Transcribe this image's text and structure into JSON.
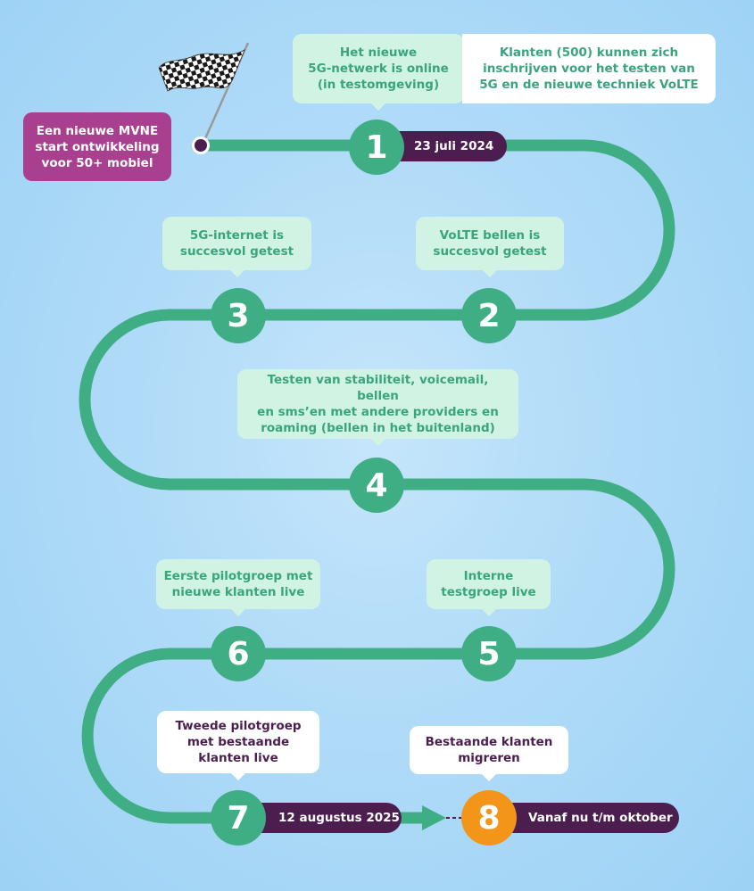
{
  "start": {
    "label": "Een nieuwe MVNE\nstart ontwikkeling\nvoor 50+ mobiel",
    "flag_icon": "checkered-flag-icon"
  },
  "steps": [
    {
      "number": "1",
      "date": "23 juli 2024"
    },
    {
      "number": "2"
    },
    {
      "number": "3"
    },
    {
      "number": "4"
    },
    {
      "number": "5"
    },
    {
      "number": "6"
    },
    {
      "number": "7",
      "date": "12 augustus 2025"
    },
    {
      "number": "8",
      "date": "Vanaf nu t/m oktober"
    }
  ],
  "callouts": {
    "step1_left": "Het nieuwe\n5G-netwerk is online\n(in testomgeving)",
    "step1_right": "Klanten (500) kunnen zich\ninschrijven voor het testen van\n5G en de nieuwe techniek VoLTE",
    "step2": "VoLTE bellen is\nsuccesvol getest",
    "step3": "5G-internet is\nsuccesvol getest",
    "step4": "Testen van stabiliteit, voicemail, bellen\nen sms’en met andere providers en\nroaming (bellen in het buitenland)",
    "step5": "Interne\ntestgroep live",
    "step6": "Eerste pilotgroep met\nnieuwe klanten live",
    "step7": "Tweede pilotgroep\nmet bestaande\nklanten live",
    "step8": "Bestaande klanten\nmigreren"
  },
  "colors": {
    "track": "#3fae84",
    "mint": "#d0f3e4",
    "purple": "#4b1e4f",
    "magenta": "#a8408f",
    "orange": "#f39519"
  }
}
